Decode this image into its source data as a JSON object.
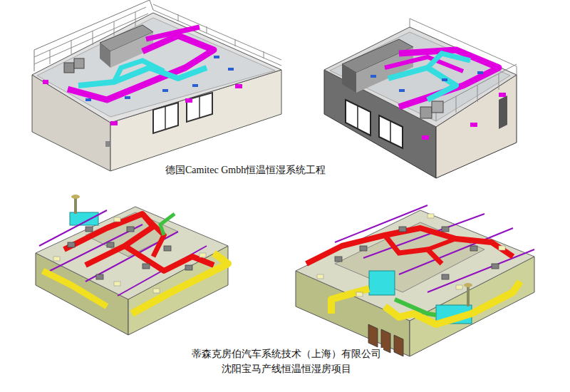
{
  "diagram": {
    "labels": [
      "德国Camitec Gmbh恒温恒湿系统工程",
      "蒂森克房伯汽车系统技术（上海）有限公司",
      "沈阳宝马产线恒温恒湿房项目"
    ]
  }
}
